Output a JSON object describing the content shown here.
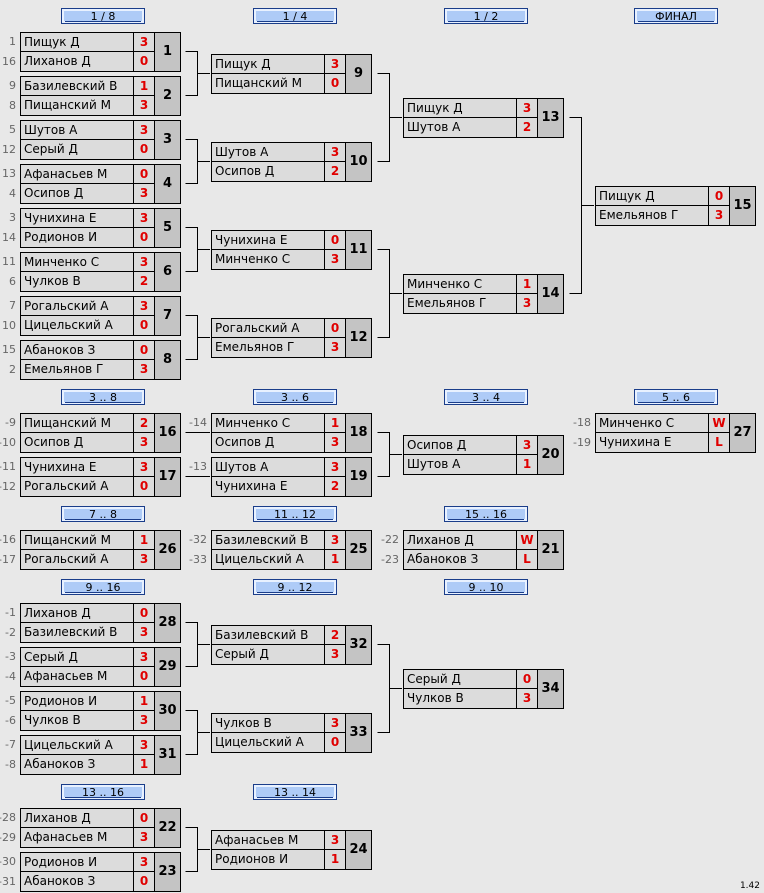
{
  "version": "1.42",
  "labels": {
    "l18": "1 / 8",
    "l14": "1 / 4",
    "l12": "1 / 2",
    "lfin": "ФИНАЛ",
    "l38": "3 .. 8",
    "l36": "3 .. 6",
    "l34": "3 .. 4",
    "l56": "5 .. 6",
    "l78": "7 .. 8",
    "l1112": "11 .. 12",
    "l1516": "15 .. 16",
    "l916": "9 .. 16",
    "l912": "9 .. 12",
    "l910": "9 .. 10",
    "l1316": "13 .. 16",
    "l1314": "13 .. 14"
  },
  "matches": {
    "m1": {
      "num": "1",
      "p1": "Пищук Д",
      "s1": "3",
      "p2": "Лиханов Д",
      "s2": "0",
      "seed1": "1",
      "seed2": "16"
    },
    "m2": {
      "num": "2",
      "p1": "Базилевский В",
      "s1": "1",
      "p2": "Пищанский М",
      "s2": "3",
      "seed1": "9",
      "seed2": "8"
    },
    "m3": {
      "num": "3",
      "p1": "Шутов А",
      "s1": "3",
      "p2": "Серый Д",
      "s2": "0",
      "seed1": "5",
      "seed2": "12"
    },
    "m4": {
      "num": "4",
      "p1": "Афанасьев М",
      "s1": "0",
      "p2": "Осипов Д",
      "s2": "3",
      "seed1": "13",
      "seed2": "4"
    },
    "m5": {
      "num": "5",
      "p1": "Чунихина Е",
      "s1": "3",
      "p2": "Родионов И",
      "s2": "0",
      "seed1": "3",
      "seed2": "14"
    },
    "m6": {
      "num": "6",
      "p1": "Минченко С",
      "s1": "3",
      "p2": "Чулков В",
      "s2": "2",
      "seed1": "11",
      "seed2": "6"
    },
    "m7": {
      "num": "7",
      "p1": "Рогальский А",
      "s1": "3",
      "p2": "Цицельский А",
      "s2": "0",
      "seed1": "7",
      "seed2": "10"
    },
    "m8": {
      "num": "8",
      "p1": "Абаноков З",
      "s1": "0",
      "p2": "Емельянов Г",
      "s2": "3",
      "seed1": "15",
      "seed2": "2"
    },
    "m9": {
      "num": "9",
      "p1": "Пищук Д",
      "s1": "3",
      "p2": "Пищанский М",
      "s2": "0"
    },
    "m10": {
      "num": "10",
      "p1": "Шутов А",
      "s1": "3",
      "p2": "Осипов Д",
      "s2": "2"
    },
    "m11": {
      "num": "11",
      "p1": "Чунихина Е",
      "s1": "0",
      "p2": "Минченко С",
      "s2": "3"
    },
    "m12": {
      "num": "12",
      "p1": "Рогальский А",
      "s1": "0",
      "p2": "Емельянов Г",
      "s2": "3"
    },
    "m13": {
      "num": "13",
      "p1": "Пищук Д",
      "s1": "3",
      "p2": "Шутов А",
      "s2": "2"
    },
    "m14": {
      "num": "14",
      "p1": "Минченко С",
      "s1": "1",
      "p2": "Емельянов Г",
      "s2": "3"
    },
    "m15": {
      "num": "15",
      "p1": "Пищук Д",
      "s1": "0",
      "p2": "Емельянов Г",
      "s2": "3"
    },
    "m16": {
      "num": "16",
      "p1": "Пищанский М",
      "s1": "2",
      "p2": "Осипов Д",
      "s2": "3",
      "seed1": "-9",
      "seed2": "-10"
    },
    "m17": {
      "num": "17",
      "p1": "Чунихина Е",
      "s1": "3",
      "p2": "Рогальский А",
      "s2": "0",
      "seed1": "-11",
      "seed2": "-12"
    },
    "m18": {
      "num": "18",
      "p1": "Минченко С",
      "s1": "1",
      "p2": "Осипов Д",
      "s2": "3",
      "seed1": "-14"
    },
    "m19": {
      "num": "19",
      "p1": "Шутов А",
      "s1": "3",
      "p2": "Чунихина Е",
      "s2": "2",
      "seed1": "-13"
    },
    "m20": {
      "num": "20",
      "p1": "Осипов Д",
      "s1": "3",
      "p2": "Шутов А",
      "s2": "1"
    },
    "m26": {
      "num": "26",
      "p1": "Пищанский М",
      "s1": "1",
      "p2": "Рогальский А",
      "s2": "3",
      "seed1": "-16",
      "seed2": "-17"
    },
    "m25": {
      "num": "25",
      "p1": "Базилевский В",
      "s1": "3",
      "p2": "Цицельский А",
      "s2": "1",
      "seed1": "-32",
      "seed2": "-33"
    },
    "m21": {
      "num": "21",
      "p1": "Лиханов Д",
      "s1": "W",
      "p2": "Абаноков З",
      "s2": "L",
      "seed1": "-22",
      "seed2": "-23"
    },
    "m27": {
      "num": "27",
      "p1": "Минченко С",
      "s1": "W",
      "p2": "Чунихина Е",
      "s2": "L",
      "seed1": "-18",
      "seed2": "-19"
    },
    "m28": {
      "num": "28",
      "p1": "Лиханов Д",
      "s1": "0",
      "p2": "Базилевский В",
      "s2": "3",
      "seed1": "-1",
      "seed2": "-2"
    },
    "m29": {
      "num": "29",
      "p1": "Серый Д",
      "s1": "3",
      "p2": "Афанасьев М",
      "s2": "0",
      "seed1": "-3",
      "seed2": "-4"
    },
    "m30": {
      "num": "30",
      "p1": "Родионов И",
      "s1": "1",
      "p2": "Чулков В",
      "s2": "3",
      "seed1": "-5",
      "seed2": "-6"
    },
    "m31": {
      "num": "31",
      "p1": "Цицельский А",
      "s1": "3",
      "p2": "Абаноков З",
      "s2": "1",
      "seed1": "-7",
      "seed2": "-8"
    },
    "m32": {
      "num": "32",
      "p1": "Базилевский В",
      "s1": "2",
      "p2": "Серый Д",
      "s2": "3"
    },
    "m33": {
      "num": "33",
      "p1": "Чулков В",
      "s1": "3",
      "p2": "Цицельский А",
      "s2": "0"
    },
    "m34": {
      "num": "34",
      "p1": "Серый Д",
      "s1": "0",
      "p2": "Чулков В",
      "s2": "3"
    },
    "m22": {
      "num": "22",
      "p1": "Лиханов Д",
      "s1": "0",
      "p2": "Афанасьев М",
      "s2": "3",
      "seed1": "-28",
      "seed2": "-29"
    },
    "m23": {
      "num": "23",
      "p1": "Родионов И",
      "s1": "3",
      "p2": "Абаноков З",
      "s2": "0",
      "seed1": "-30",
      "seed2": "-31"
    },
    "m24": {
      "num": "24",
      "p1": "Афанасьев М",
      "s1": "3",
      "p2": "Родионов И",
      "s2": "1"
    }
  }
}
